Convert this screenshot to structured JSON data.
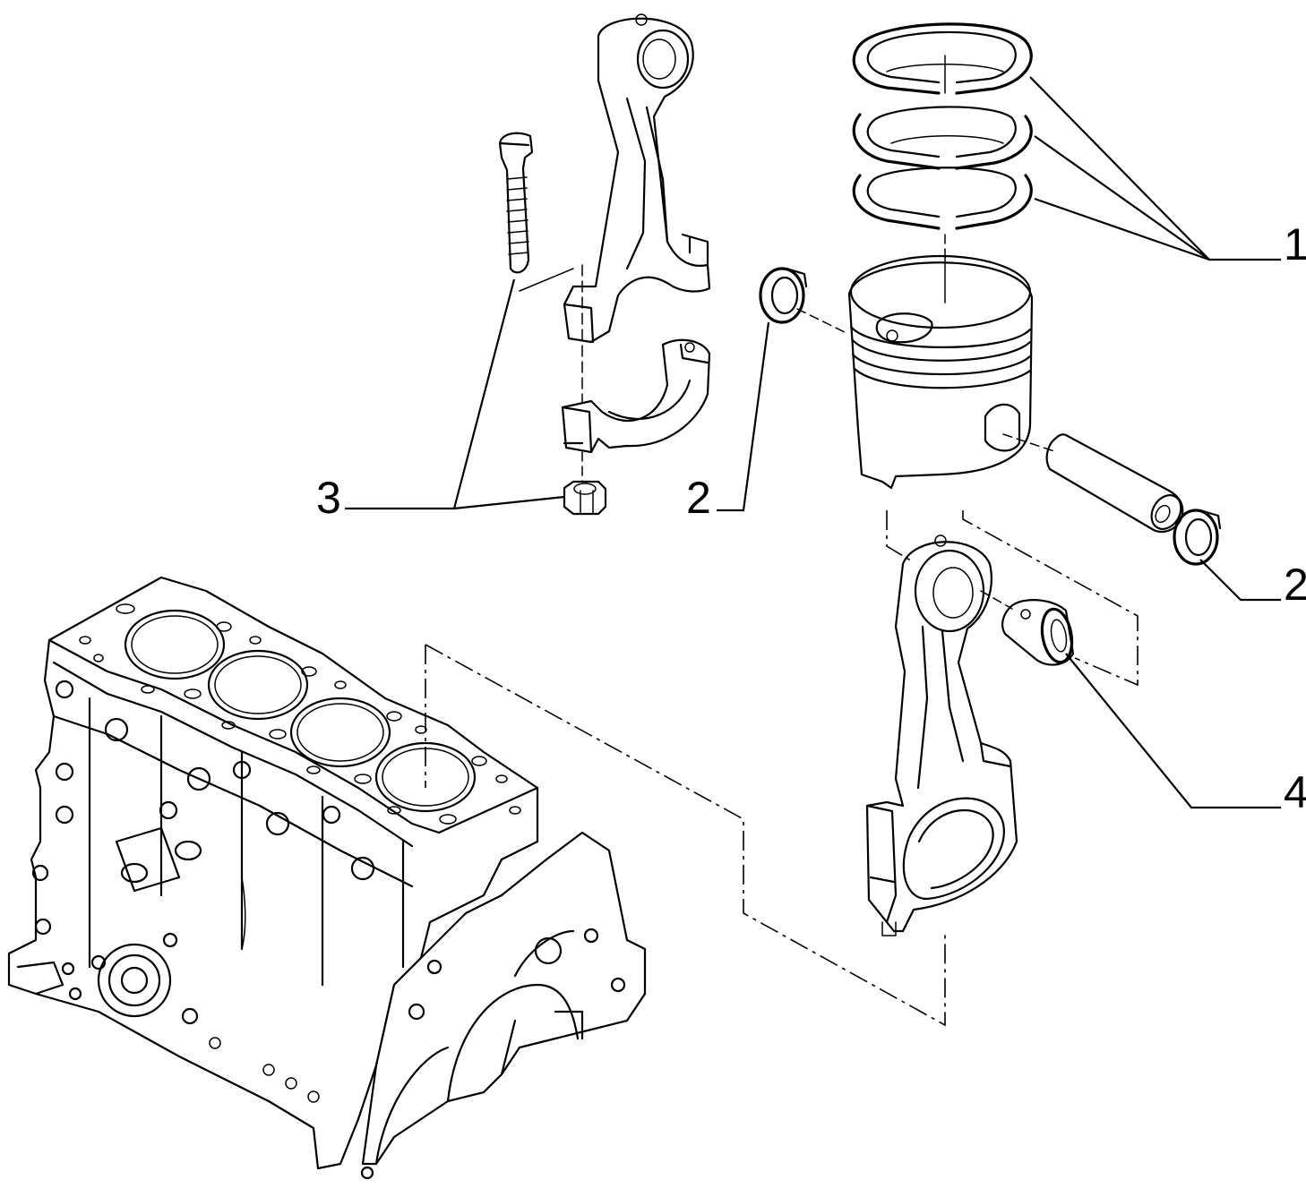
{
  "callouts": [
    {
      "id": "piston-rings",
      "label": "1"
    },
    {
      "id": "circlip-left",
      "label": "2"
    },
    {
      "id": "circlip-right",
      "label": "2"
    },
    {
      "id": "bolt-and-nut",
      "label": "3"
    },
    {
      "id": "small-end-bush",
      "label": "4"
    }
  ]
}
